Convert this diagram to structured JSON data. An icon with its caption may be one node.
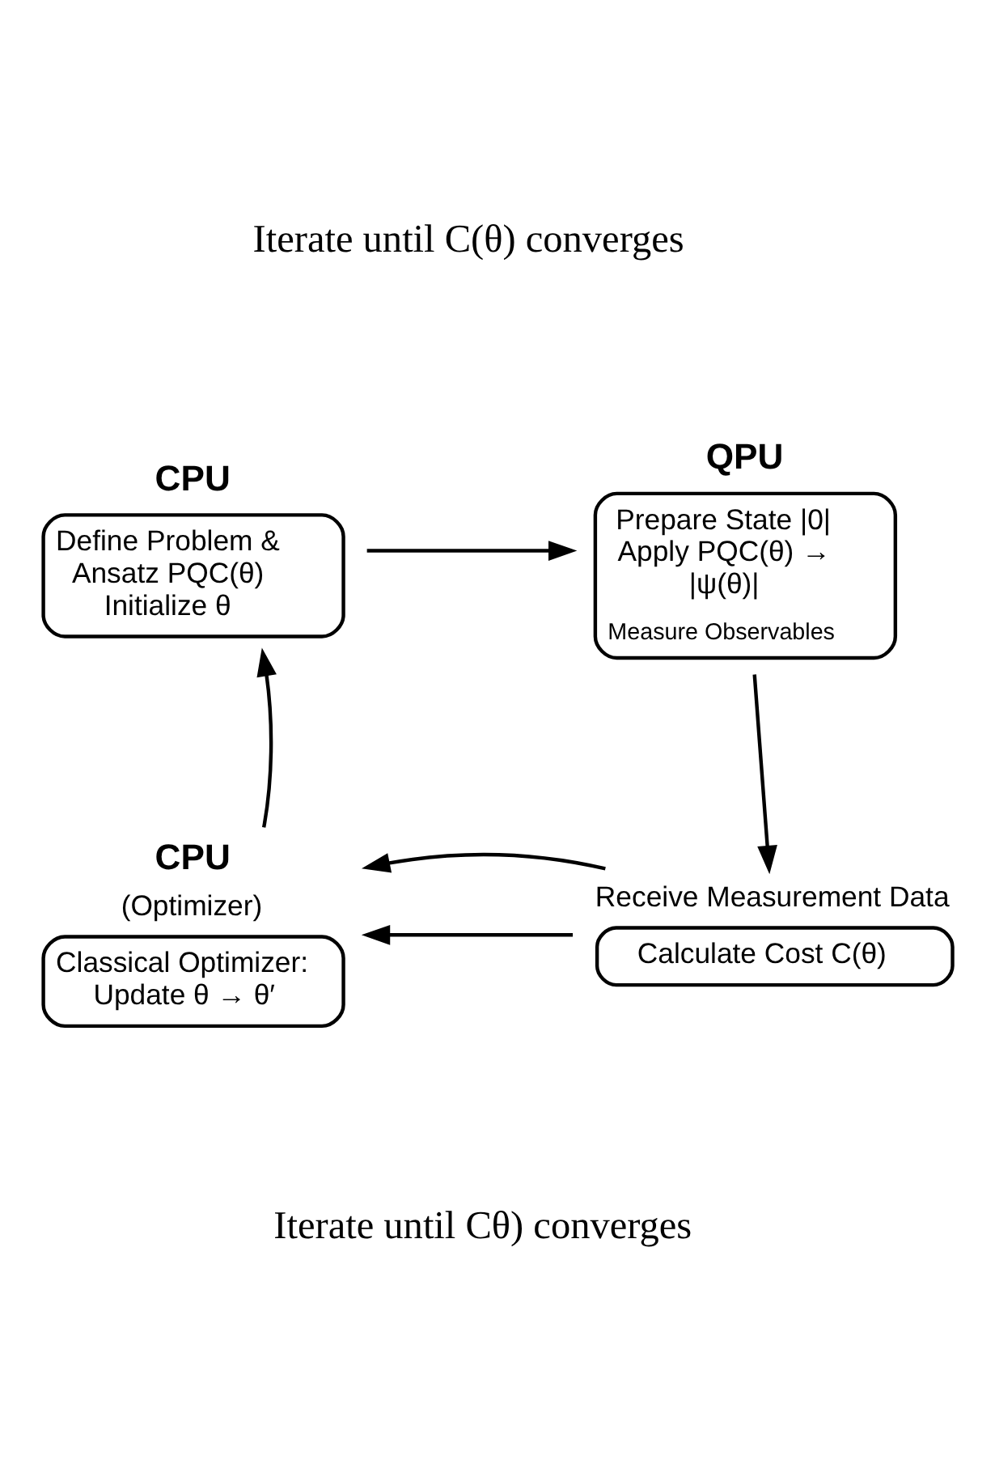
{
  "diagram": {
    "nodes": [
      {
        "text": [
          "CPU",
          "Define Problem & Ansatz PQC(θ) Initialize θ"
        ]
      },
      {
        "text": [
          "QPU",
          "Prepare State |0| Apply PQC(θ) → |ψ(θ)|",
          "Measure Observables"
        ]
      },
      {
        "text": [
          "Receive Measurement Data",
          "Calculate Cost C(θ)"
        ]
      },
      {
        "text": [
          "CPU",
          "(Optimizer)",
          "Classical Optimizer: Update θ → θ′"
        ]
      }
    ],
    "edges": [
      {
        "from": 0,
        "to": 1,
        "arrow": "to"
      },
      {
        "from": 1,
        "to": 2,
        "arrow": "to"
      },
      {
        "from": 2,
        "to": 3,
        "arrow": "to"
      },
      {
        "from": 2,
        "to": 3,
        "arrow": "to"
      },
      {
        "from": 3,
        "to": 0,
        "arrow": "to"
      }
    ],
    "labels": [
      "Iterate until C(θ) converges",
      "Iterate until Cθ) converges"
    ]
  }
}
